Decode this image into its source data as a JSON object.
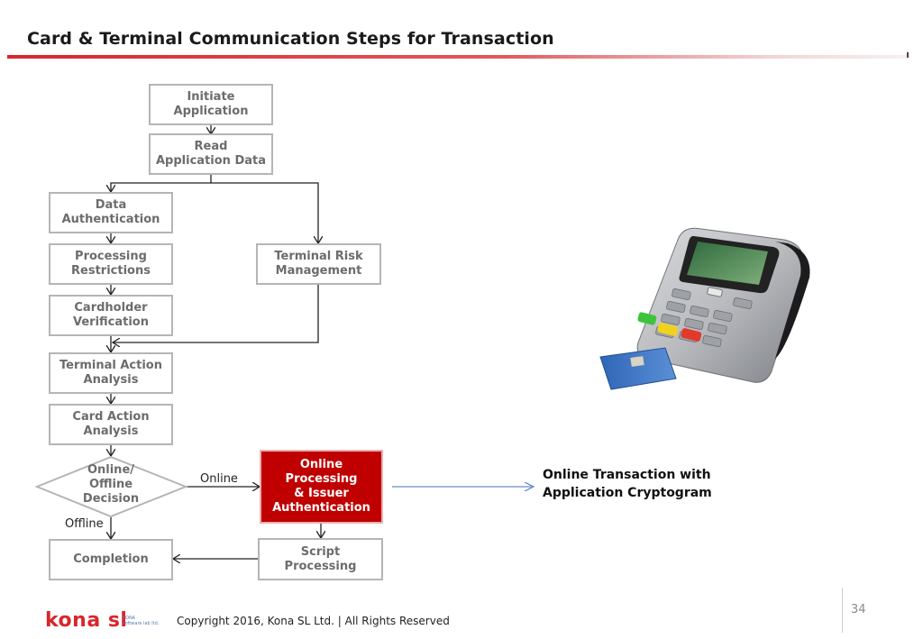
{
  "header": {
    "title": "Card & Terminal Communication Steps for Transaction"
  },
  "flow": {
    "initiate": "Initiate\nApplication",
    "read": "Read\nApplication Data",
    "data_auth": "Data\nAuthentication",
    "processing_restrictions": "Processing\nRestrictions",
    "terminal_risk": "Terminal Risk\nManagement",
    "cardholder_verification": "Cardholder\nVerification",
    "terminal_action": "Terminal Action\nAnalysis",
    "card_action": "Card Action\nAnalysis",
    "decision": "Online/\nOffline\nDecision",
    "online_processing": "Online\nProcessing\n& Issuer\nAuthentication",
    "completion": "Completion",
    "script_processing": "Script\nProcessing",
    "label_online": "Online",
    "label_offline": "Offline"
  },
  "result": {
    "text": "Online Transaction with\nApplication Cryptogram"
  },
  "colors": {
    "accent": "#c00000",
    "arrow_blue": "#6a8cc6",
    "box_border": "#b5b5b5"
  },
  "footer": {
    "copyright": "Copyright 2016, Kona SL Ltd. | All Rights Reserved",
    "page_number": "34",
    "logo_word": "kona sl",
    "logo_sub": "KONA\nsoftware lab ltd."
  }
}
